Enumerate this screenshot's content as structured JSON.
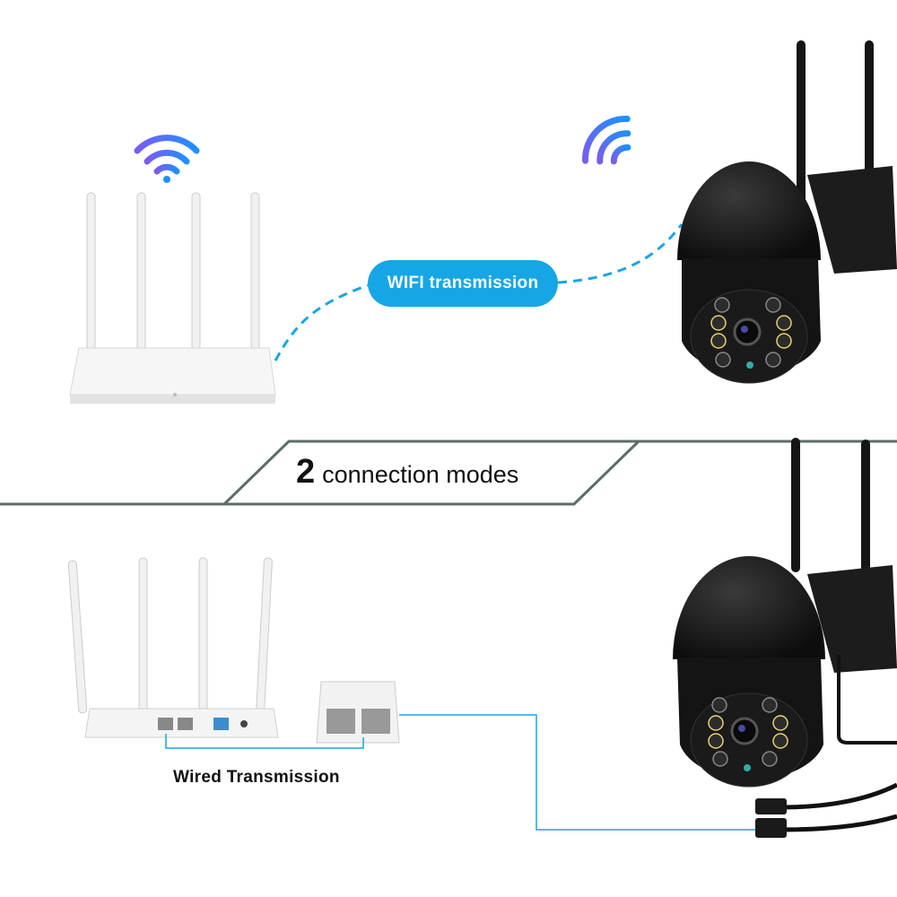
{
  "wifi_label": "WIFI transmission",
  "banner": {
    "number": "2",
    "text": "connection modes"
  },
  "wired_label": "Wired Transmission",
  "colors": {
    "accent": "#16a6e6",
    "banner_line": "#5f6b6b",
    "camera": "#1a1a1a"
  }
}
